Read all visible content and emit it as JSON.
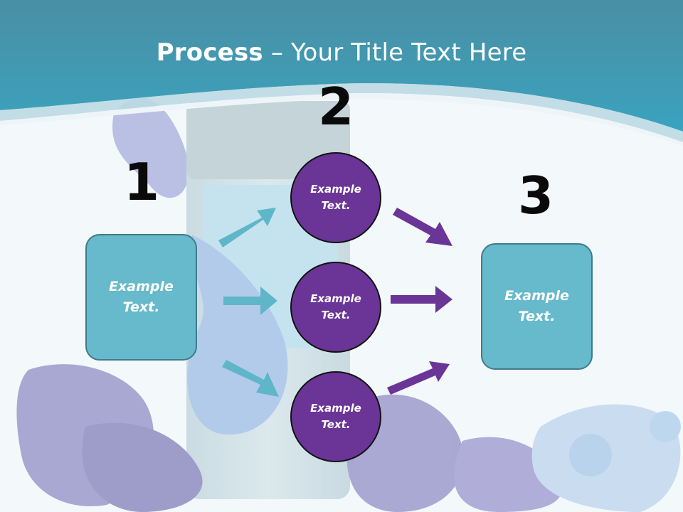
{
  "title": {
    "bold": "Process",
    "rest": " – Your Title Text Here"
  },
  "steps": {
    "one": "1",
    "two": "2",
    "three": "3"
  },
  "input_box": {
    "text": "Example Text."
  },
  "circles": [
    {
      "text": "Example Text."
    },
    {
      "text": "Example Text."
    },
    {
      "text": "Example Text."
    }
  ],
  "output_box": {
    "text": "Example Text."
  },
  "colors": {
    "header": "#2f93ad",
    "box_fill": "#67b9cc",
    "circle_fill": "#6a3596",
    "cyan_arrow": "#5fb6c8",
    "purple_arrow": "#6a3596"
  }
}
